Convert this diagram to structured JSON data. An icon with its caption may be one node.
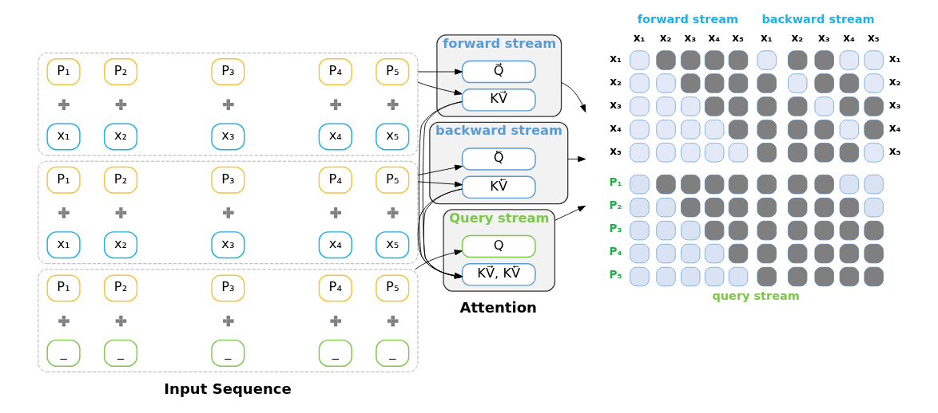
{
  "diagram": {
    "nodes": [
      {
        "text": [],
        "shape": "box"
      },
      {
        "text": [
          "P₁"
        ],
        "in": 0
      },
      {
        "text": [
          "P₂"
        ],
        "in": 0
      },
      {
        "text": [
          "P₃"
        ],
        "in": 0
      },
      {
        "text": [
          "P₄"
        ],
        "in": 0
      },
      {
        "text": [
          "P₅"
        ],
        "in": 0
      },
      {
        "text": [
          "x₁"
        ],
        "in": 0
      },
      {
        "text": [
          "x₂"
        ],
        "in": 0
      },
      {
        "text": [
          "x₃"
        ],
        "in": 0
      },
      {
        "text": [
          "x₄"
        ],
        "in": 0
      },
      {
        "text": [
          "x₅"
        ],
        "in": 0
      },
      {
        "text": [],
        "shape": "box"
      },
      {
        "text": [
          "P₁"
        ],
        "in": 11
      },
      {
        "text": [
          "P₂"
        ],
        "in": 11
      },
      {
        "text": [
          "P₃"
        ],
        "in": 11
      },
      {
        "text": [
          "P₄"
        ],
        "in": 11
      },
      {
        "text": [
          "P₅"
        ],
        "in": 11
      },
      {
        "text": [
          "x₁"
        ],
        "in": 11
      },
      {
        "text": [
          "x₂"
        ],
        "in": 11
      },
      {
        "text": [
          "x₃"
        ],
        "in": 11
      },
      {
        "text": [
          "x₄"
        ],
        "in": 11
      },
      {
        "text": [
          "x₅"
        ],
        "in": 11
      },
      {
        "text": [],
        "shape": "box"
      },
      {
        "text": [
          "P₁"
        ],
        "in": 22
      },
      {
        "text": [
          "P₂"
        ],
        "in": 22
      },
      {
        "text": [
          "P₃"
        ],
        "in": 22
      },
      {
        "text": [
          "P₄"
        ],
        "in": 22
      },
      {
        "text": [
          "P₅"
        ],
        "in": 22
      },
      {
        "text": [
          "_"
        ],
        "in": 22
      },
      {
        "text": [
          "_"
        ],
        "in": 22
      },
      {
        "text": [
          "_"
        ],
        "in": 22
      },
      {
        "text": [
          "_"
        ],
        "in": 22
      },
      {
        "text": [
          "_"
        ],
        "in": 22
      },
      {
        "text": [
          "forward stream"
        ]
      },
      {
        "text": [
          "Q⃗"
        ],
        "in": 33
      },
      {
        "text": [
          "KV⃗"
        ],
        "in": 33
      },
      {
        "text": [
          "backward stream"
        ]
      },
      {
        "text": [
          "Q⃖"
        ],
        "in": 36
      },
      {
        "text": [
          "KV⃖"
        ],
        "in": 36
      },
      {
        "text": [
          "Query stream"
        ]
      },
      {
        "text": [
          "Q"
        ],
        "in": 39
      },
      {
        "text": [
          "KV⃗, KV⃖"
        ],
        "in": 39
      }
    ],
    "edges": [
      {
        "from": 0,
        "to": 34,
        "arrow": "to"
      },
      {
        "from": 0,
        "to": 35,
        "arrow": "to"
      },
      {
        "from": 11,
        "to": 37,
        "arrow": "to"
      },
      {
        "from": 11,
        "to": 38,
        "arrow": "to"
      },
      {
        "from": 22,
        "to": 40,
        "arrow": "to"
      },
      {
        "from": 35,
        "to": 41,
        "arrow": "to"
      },
      {
        "from": 38,
        "to": 41,
        "arrow": "to"
      },
      {
        "from": 33,
        "to": null,
        "arrow": "to"
      },
      {
        "from": 36,
        "to": null,
        "arrow": "to"
      },
      {
        "from": 39,
        "to": null,
        "arrow": "to"
      }
    ],
    "labels": [
      "Input Sequence",
      "Attention",
      "forward stream",
      "backward stream",
      "x₁",
      "x₂",
      "x₃",
      "x₄",
      "x₅",
      "x₁",
      "x₂",
      "x₃",
      "x₄",
      "x₅",
      "x₁",
      "x₁",
      "x₂",
      "x₂",
      "x₃",
      "x₃",
      "x₄",
      "x₄",
      "x₅",
      "x₅",
      "P₁",
      "P₂",
      "P₃",
      "P₄",
      "P₅",
      "query stream"
    ]
  }
}
